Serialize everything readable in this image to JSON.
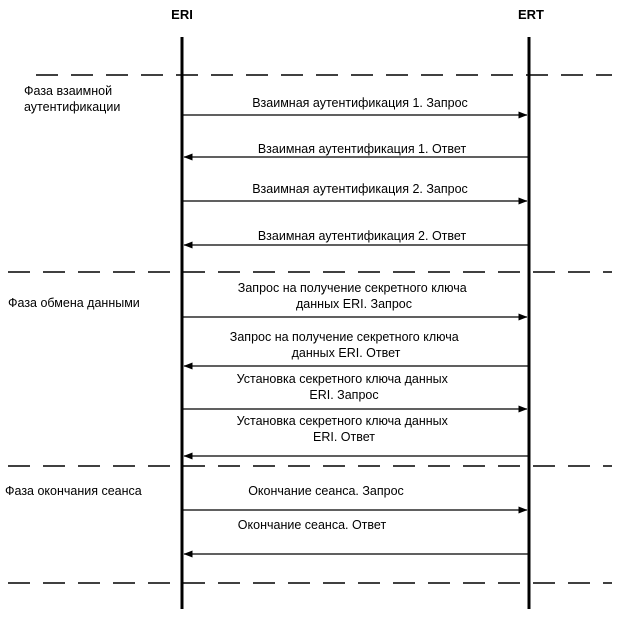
{
  "participants": [
    {
      "id": "eri",
      "label": "ERI"
    },
    {
      "id": "ert",
      "label": "ERT"
    }
  ],
  "phases": [
    {
      "id": "auth",
      "label_lines": [
        "Фаза взаимной",
        "аутентификации"
      ]
    },
    {
      "id": "exchange",
      "label_lines": [
        "Фаза обмена данными"
      ]
    },
    {
      "id": "end",
      "label_lines": [
        "Фаза окончания сеанса"
      ]
    }
  ],
  "messages": [
    {
      "phase": "auth",
      "direction": "eri-to-ert",
      "lines": [
        "Взаимная аутентификация 1. Запрос"
      ]
    },
    {
      "phase": "auth",
      "direction": "ert-to-eri",
      "lines": [
        "Взаимная аутентификация 1. Ответ"
      ]
    },
    {
      "phase": "auth",
      "direction": "eri-to-ert",
      "lines": [
        "Взаимная аутентификация 2. Запрос"
      ]
    },
    {
      "phase": "auth",
      "direction": "ert-to-eri",
      "lines": [
        "Взаимная аутентификация 2. Ответ"
      ]
    },
    {
      "phase": "exchange",
      "direction": "eri-to-ert",
      "lines": [
        "Запрос на получение секретного ключа",
        "данных ERI. Запрос"
      ]
    },
    {
      "phase": "exchange",
      "direction": "ert-to-eri",
      "lines": [
        "Запрос на получение секретного ключа",
        "данных ERI. Ответ"
      ]
    },
    {
      "phase": "exchange",
      "direction": "eri-to-ert",
      "lines": [
        "Установка секретного ключа данных",
        "ERI. Запрос"
      ]
    },
    {
      "phase": "exchange",
      "direction": "ert-to-eri",
      "lines": [
        "Установка секретного ключа данных",
        "ERI. Ответ"
      ]
    },
    {
      "phase": "end",
      "direction": "eri-to-ert",
      "lines": [
        "Окончание сеанса. Запрос"
      ]
    },
    {
      "phase": "end",
      "direction": "ert-to-eri",
      "lines": [
        "Окончание сеанса. Ответ"
      ]
    }
  ],
  "colors": {
    "line": "#000000",
    "background": "#ffffff"
  }
}
